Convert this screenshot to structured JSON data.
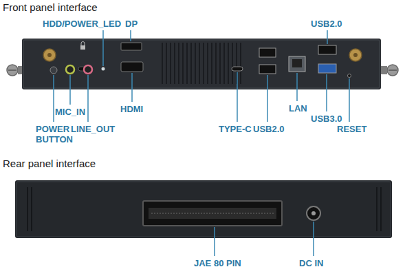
{
  "diagram": {
    "labels": [
      "Front panel interface",
      "HDD/POWER_LED",
      "DP",
      "USB2.0",
      "MIC_IN",
      "HDMI",
      "POWER BUTTON",
      "LINE_OUT",
      "TYPE-C",
      "USB2.0",
      "LAN",
      "USB3.0",
      "RESET",
      "Rear panel interface",
      "JAE 80 PIN",
      "DC IN"
    ]
  }
}
